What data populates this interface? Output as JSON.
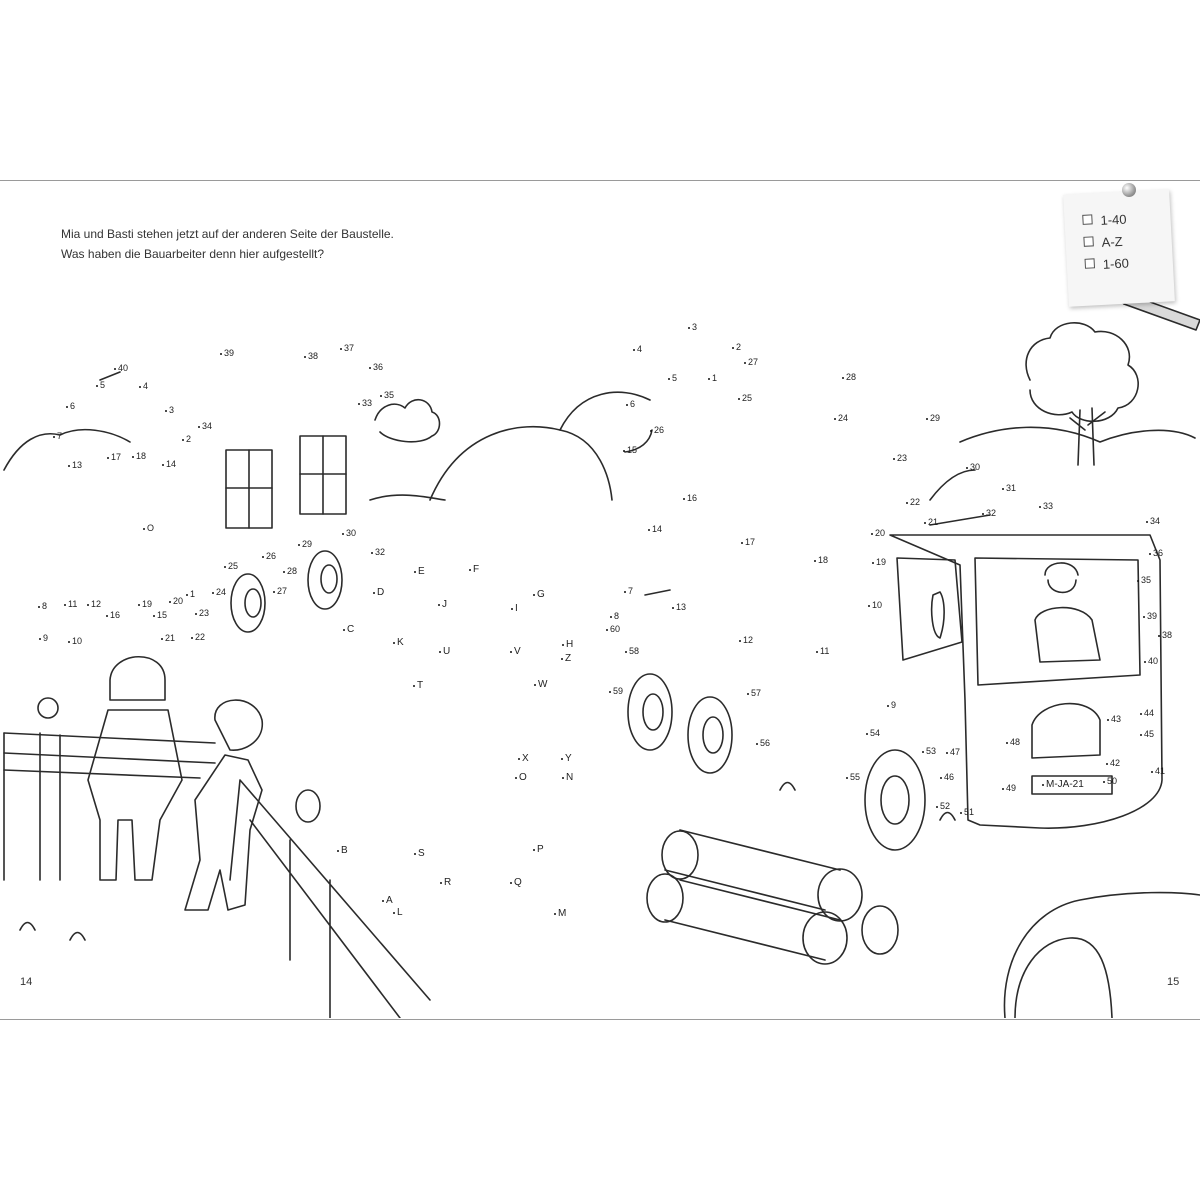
{
  "intro": {
    "line1": "Mia und Basti stehen jetzt auf der anderen Seite der Baustelle.",
    "line2": "Was haben die Bauarbeiter denn hier aufgestellt?"
  },
  "checklist": {
    "items": [
      "1-40",
      "A-Z",
      "1-60"
    ]
  },
  "page_numbers": {
    "left": "14",
    "right": "15"
  },
  "license_plate": "M-JA-21",
  "dots": [
    "1",
    "2",
    "3",
    "4",
    "5",
    "6",
    "7",
    "8",
    "9",
    "10",
    "11",
    "12",
    "13",
    "14",
    "15",
    "16",
    "17",
    "18",
    "19",
    "20",
    "21",
    "22",
    "23",
    "24",
    "25",
    "26",
    "27",
    "28",
    "29",
    "30",
    "31",
    "32",
    "33",
    "34",
    "35",
    "36",
    "37",
    "38",
    "39",
    "40",
    "41",
    "42",
    "43",
    "44",
    "45",
    "46",
    "47",
    "48",
    "49",
    "50",
    "51",
    "52",
    "53",
    "54",
    "55",
    "56",
    "57",
    "58",
    "59",
    "60"
  ],
  "letters": [
    "A",
    "B",
    "C",
    "D",
    "E",
    "F",
    "G",
    "H",
    "I",
    "J",
    "K",
    "L",
    "M",
    "N",
    "O",
    "P",
    "Q",
    "R",
    "S",
    "T",
    "U",
    "V",
    "W",
    "X",
    "Y",
    "Z"
  ]
}
